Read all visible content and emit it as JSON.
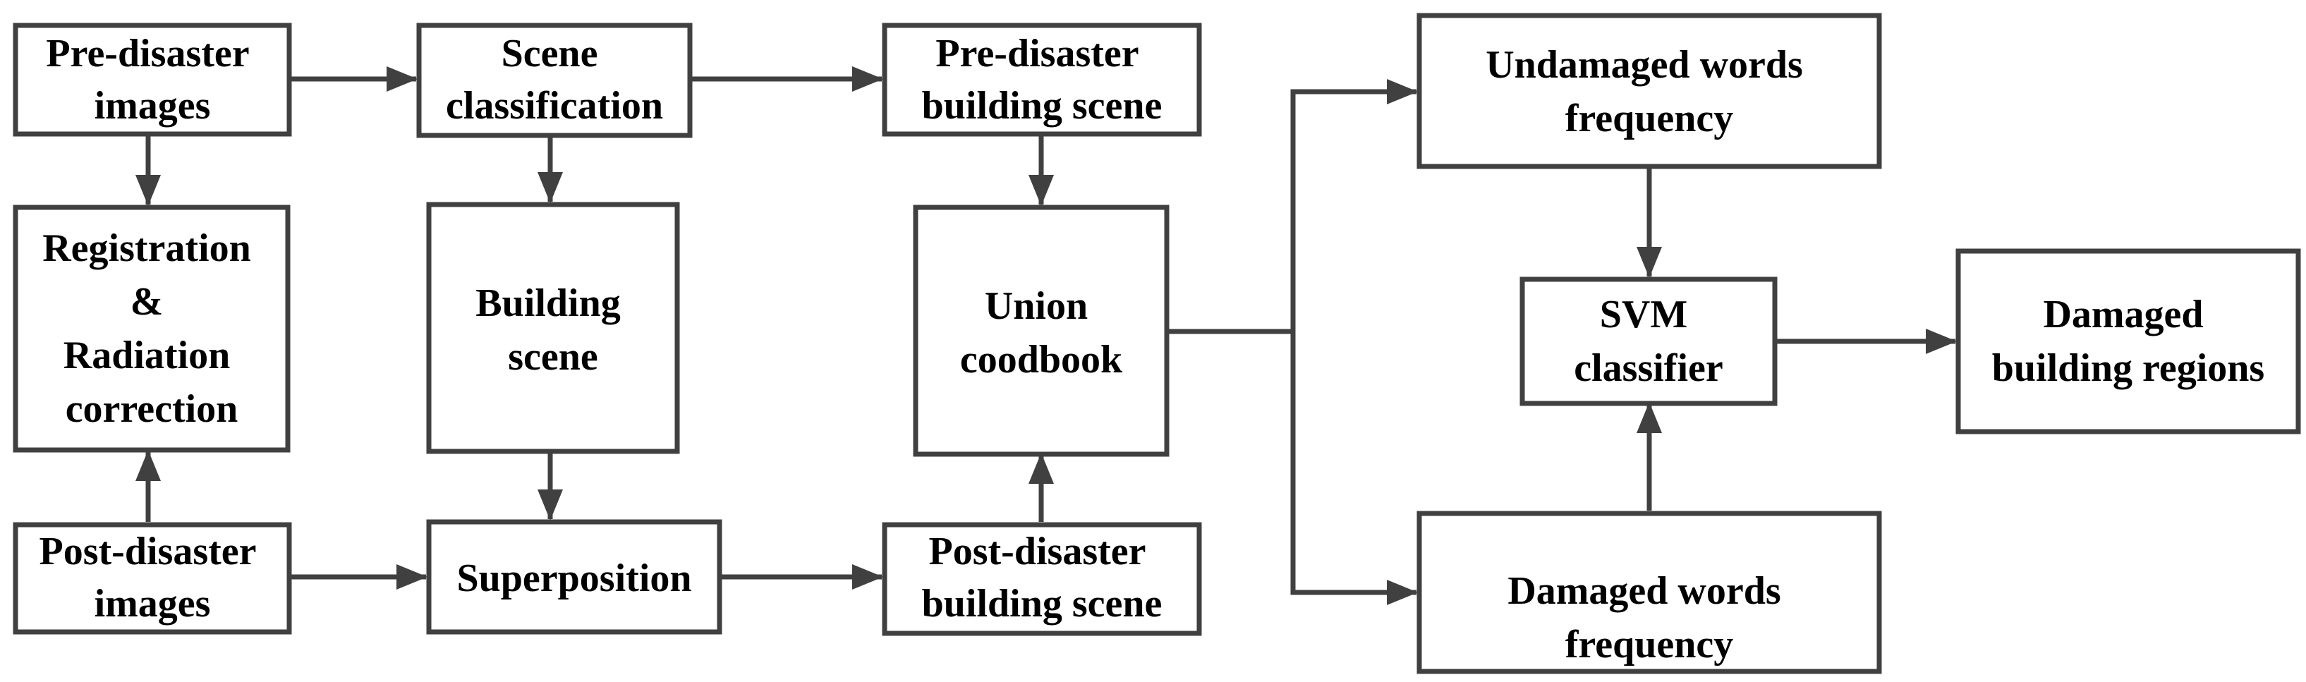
{
  "nodes": {
    "pre_disaster_images": {
      "lines": [
        "Pre-disaster",
        "images"
      ]
    },
    "scene_classification": {
      "lines": [
        "Scene",
        "classification"
      ]
    },
    "pre_disaster_building_scene": {
      "lines": [
        "Pre-disaster",
        "building scene"
      ]
    },
    "registration_radiation_correction": {
      "lines": [
        "Registration",
        "&",
        "Radiation",
        "correction"
      ]
    },
    "building_scene": {
      "lines": [
        "Building",
        "scene"
      ]
    },
    "union_codebook": {
      "lines": [
        "Union",
        "coodbook"
      ]
    },
    "post_disaster_images": {
      "lines": [
        "Post-disaster",
        "images"
      ]
    },
    "superposition": {
      "lines": [
        "Superposition"
      ]
    },
    "post_disaster_building_scene": {
      "lines": [
        "Post-disaster",
        "building scene"
      ]
    },
    "undamaged_words_frequency": {
      "lines": [
        "Undamaged words",
        "frequency"
      ]
    },
    "svm_classifier": {
      "lines": [
        "SVM",
        "classifier"
      ]
    },
    "damaged_words_frequency": {
      "lines": [
        "Damaged words",
        "frequency"
      ]
    },
    "damaged_building_regions": {
      "lines": [
        "Damaged",
        "building regions"
      ]
    }
  },
  "edges": [
    {
      "from": "pre_disaster_images",
      "to": "scene_classification"
    },
    {
      "from": "scene_classification",
      "to": "pre_disaster_building_scene"
    },
    {
      "from": "pre_disaster_images",
      "to": "registration_radiation_correction"
    },
    {
      "from": "post_disaster_images",
      "to": "registration_radiation_correction"
    },
    {
      "from": "scene_classification",
      "to": "building_scene"
    },
    {
      "from": "building_scene",
      "to": "superposition"
    },
    {
      "from": "post_disaster_images",
      "to": "superposition"
    },
    {
      "from": "superposition",
      "to": "post_disaster_building_scene"
    },
    {
      "from": "pre_disaster_building_scene",
      "to": "union_codebook"
    },
    {
      "from": "post_disaster_building_scene",
      "to": "union_codebook"
    },
    {
      "from": "union_codebook",
      "to": "undamaged_words_frequency"
    },
    {
      "from": "union_codebook",
      "to": "damaged_words_frequency"
    },
    {
      "from": "undamaged_words_frequency",
      "to": "svm_classifier"
    },
    {
      "from": "damaged_words_frequency",
      "to": "svm_classifier"
    },
    {
      "from": "svm_classifier",
      "to": "damaged_building_regions"
    }
  ]
}
